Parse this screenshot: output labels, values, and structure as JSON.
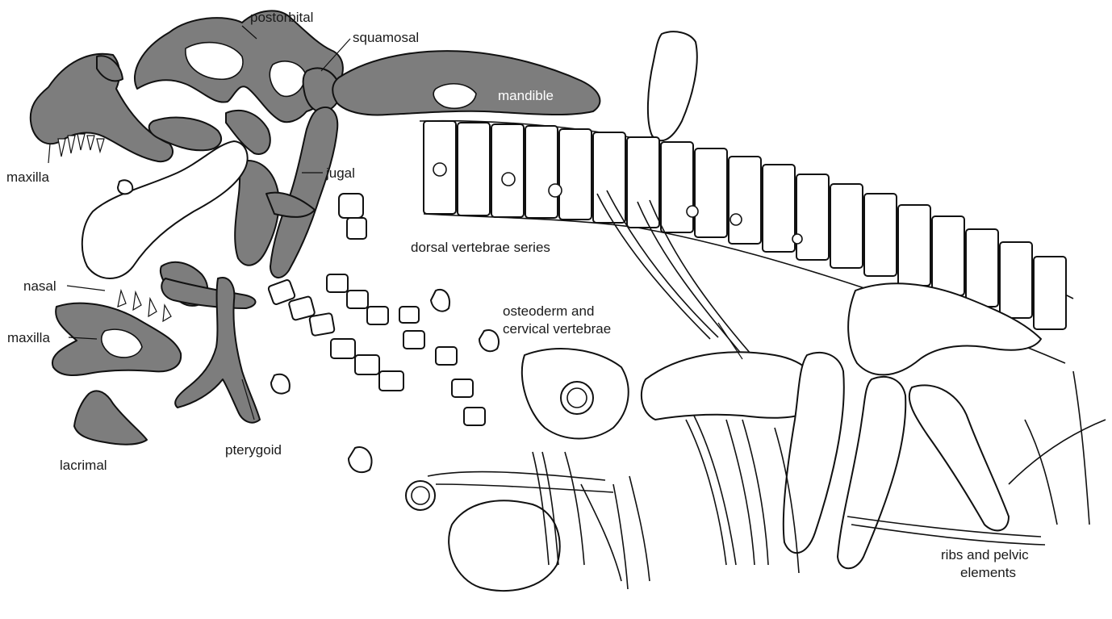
{
  "labels": {
    "postorbital": "postorbital",
    "squamosal": "squamosal",
    "mandible": "mandible",
    "maxilla_upper": "maxilla",
    "jugal": "jugal",
    "dorsal": "dorsal vertebrae series",
    "nasal": "nasal",
    "maxilla_lower": "maxilla",
    "osteoderm_line1": "osteoderm and",
    "osteoderm_line2": "cervical vertebrae",
    "lacrimal": "lacrimal",
    "pterygoid": "pterygoid",
    "ribs_line1": "ribs and pelvic",
    "ribs_line2": "elements"
  },
  "colors": {
    "highlighted_bone": "#7d7d7d",
    "outline": "#111111",
    "background": "#ffffff"
  }
}
